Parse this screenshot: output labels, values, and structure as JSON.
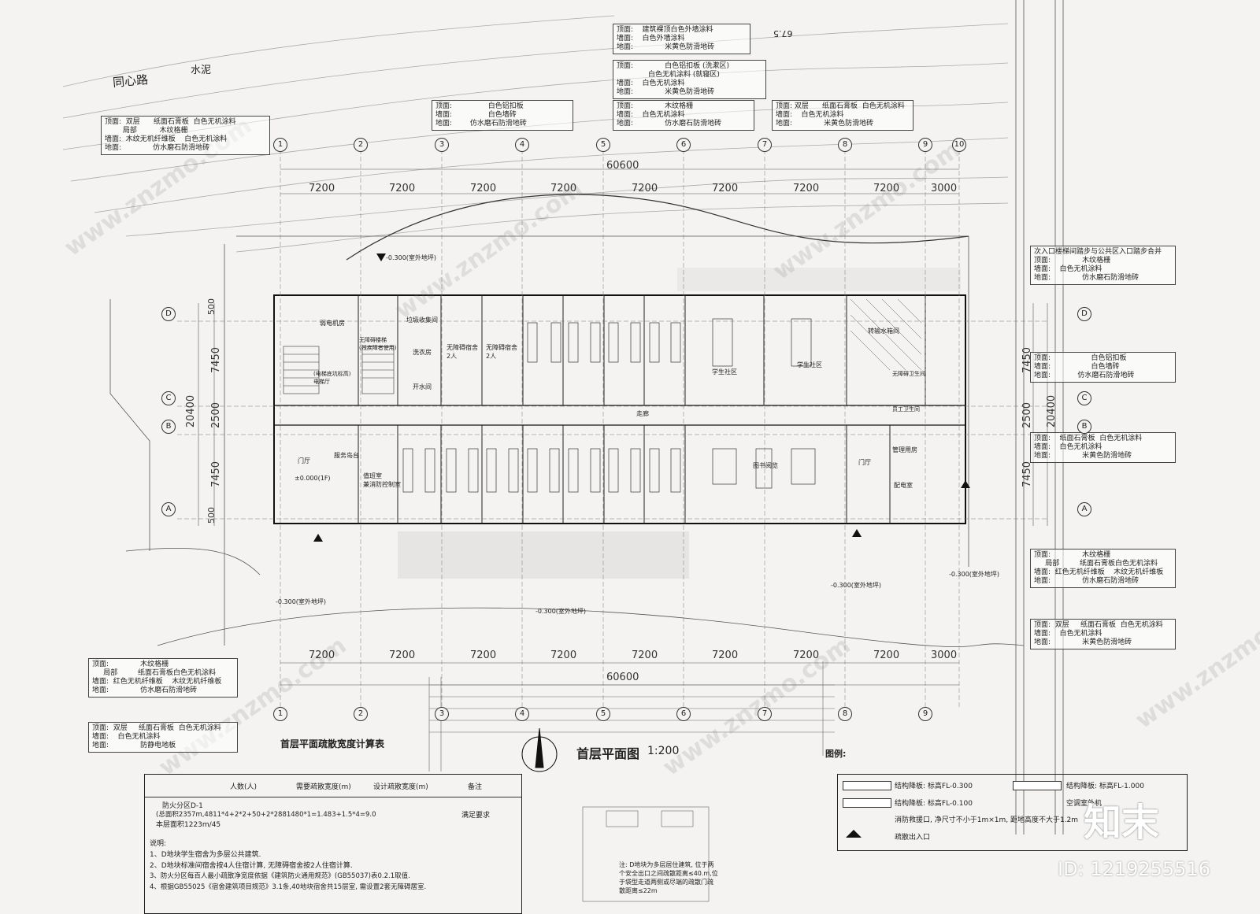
{
  "road": {
    "name": "同心路",
    "surface": "水泥"
  },
  "contour_label": "67.5",
  "top_notes": [
    "顶面:    建筑裸顶白色外墙涂料\n墙面:    白色外墙涂料\n地面:              米黄色防滑地砖",
    "顶面:              白色铝扣板 (洗漱区)\n              白色无机涂料 (就寝区)\n墙面:    白色无机涂料\n地面:              米黄色防滑地砖",
    "顶面:                白色铝扣板\n墙面:                白色墙砖\n地面:        仿水磨石防滑地砖",
    "顶面:              木纹格栅\n墙面:    白色无机涂料\n地面:              仿水磨石防滑地砖",
    "顶面: 双层      纸面石膏板  白色无机涂料\n墙面:    白色无机涂料\n地面:              米黄色防滑地砖",
    "顶面:  双层      纸面石膏板  白色无机涂料\n        局部          木纹格栅\n墙面:  木纹无机纤维板    白色无机涂料\n地面:              仿水磨石防滑地砖"
  ],
  "right_notes": [
    "次入口楼梯间踏步与公共区入口踏步合并\n顶面:              木纹格栅\n墙面:    白色无机涂料\n地面:              仿水磨石防滑地砖",
    "顶面:                  白色铝扣板\n墙面:                  白色墙砖\n地面:            仿水磨石防滑地砖",
    "顶面:    纸面石膏板  白色无机涂料\n墙面:    白色无机涂料\n地面:              米黄色防滑地砖",
    "顶面:              木纹格栅\n     局部         纸面石膏板白色无机涂料\n墙面:  红色无机纤维板    木纹无机纤维板\n地面:              仿水磨石防滑地砖",
    "顶面:  双层     纸面石膏板  白色无机涂料\n墙面:    白色无机涂料\n地面:              米黄色防滑地砖"
  ],
  "left_notes": [
    "顶面:              木纹格栅\n     局部         纸面石膏板白色无机涂料\n墙面:  红色无机纤维板    木纹无机纤维板\n地面:              仿水磨石防滑地砖",
    "顶面:  双层     纸面石膏板  白色无机涂料\n墙面:    白色无机涂料\n地面:              防静电地板"
  ],
  "axes_numbers": [
    "1",
    "2",
    "3",
    "4",
    "5",
    "6",
    "7",
    "8",
    "9",
    "10"
  ],
  "axes_letters": [
    "D",
    "C",
    "B",
    "A"
  ],
  "bay_dims": [
    "7200",
    "7200",
    "7200",
    "7200",
    "7200",
    "7200",
    "7200",
    "7200",
    "3000"
  ],
  "total_dim": "60600",
  "side_dims": [
    "500",
    "7450",
    "2500",
    "7450",
    "500"
  ],
  "side_total": "20400",
  "rooms": {
    "garbage": "垃圾收集间",
    "laundry": "洗衣房",
    "water": "开水间",
    "acc_room1": "无障碍宿舍\n2人",
    "acc_room2": "无障碍宿舍\n2人",
    "weak": "弱电机房",
    "stair_acc": "无障碍楼梯\n(残疾障者使用)",
    "elevator_hall": "(电梯底坑标高)\n电梯厅",
    "lobby": "门厅",
    "service": "服务岛台",
    "fire_control": "值班室\n兼消防控制室",
    "study1": "学生社区",
    "study2": "学生社区",
    "transfer": "转输水箱间",
    "acc_wc": "无障碍卫生间",
    "staff": "员工卫生间",
    "manage": "管理用房",
    "reading": "图书阅览",
    "power": "配电室",
    "entry2": "门厅",
    "corridor": "走廊",
    "level": "±0.000(1F)"
  },
  "levels": [
    "-0.300(室外地坪)",
    "-0.300(室外地坪)",
    "-0.300(室外地坪)",
    "-0.300(室外地坪)",
    "-0.300(室外地坪)"
  ],
  "title": "首层平面图",
  "scale": "1:200",
  "table": {
    "title": "首层平面疏散宽度计算表",
    "headers": [
      "人数(人)",
      "需要疏散宽度(m)",
      "设计疏散宽度(m)",
      "备注"
    ],
    "zone": "防火分区D-1",
    "row_text": "(总面积2357m,4811*4+2*2+50+2*2881480*1=1.483+1.5*4=9.0",
    "area": "本层面积1223m/45",
    "ok": "满足要求",
    "notes_title": "说明:",
    "notes": [
      "1、D地块学生宿舍为多层公共建筑.",
      "2、D地块标准间宿舍按4人住宿计算, 无障碍宿舍按2人住宿计算.",
      "3、防火分区每百人最小疏散净宽度依据《建筑防火通用规范》(GB55037)表0.2.1取值.",
      "4、根据GB55025《宿舍建筑项目规范》3.1条,40地块宿舍共15层室, 需设置2套无障碍居室."
    ]
  },
  "legend": {
    "title": "图例:",
    "items": [
      "结构降板: 标高FL-0.300",
      "结构降板: 标高FL-1.000",
      "结构降板: 标高FL-0.100",
      "空调室外机",
      "消防救援口, 净尺寸不小于1m×1m, 距地高度不大于1.2m",
      "疏散出入口"
    ]
  },
  "bottom_note": "注: D地块为多层居住建筑, 位于两\n个安全出口之间疏散距离≤40.m,位\n于袋型走道两侧或尽端的疏散门疏\n散距离≤22m",
  "brand": "知末",
  "id_text": "ID: 1219255516",
  "watermark": "www.znzmo.com"
}
